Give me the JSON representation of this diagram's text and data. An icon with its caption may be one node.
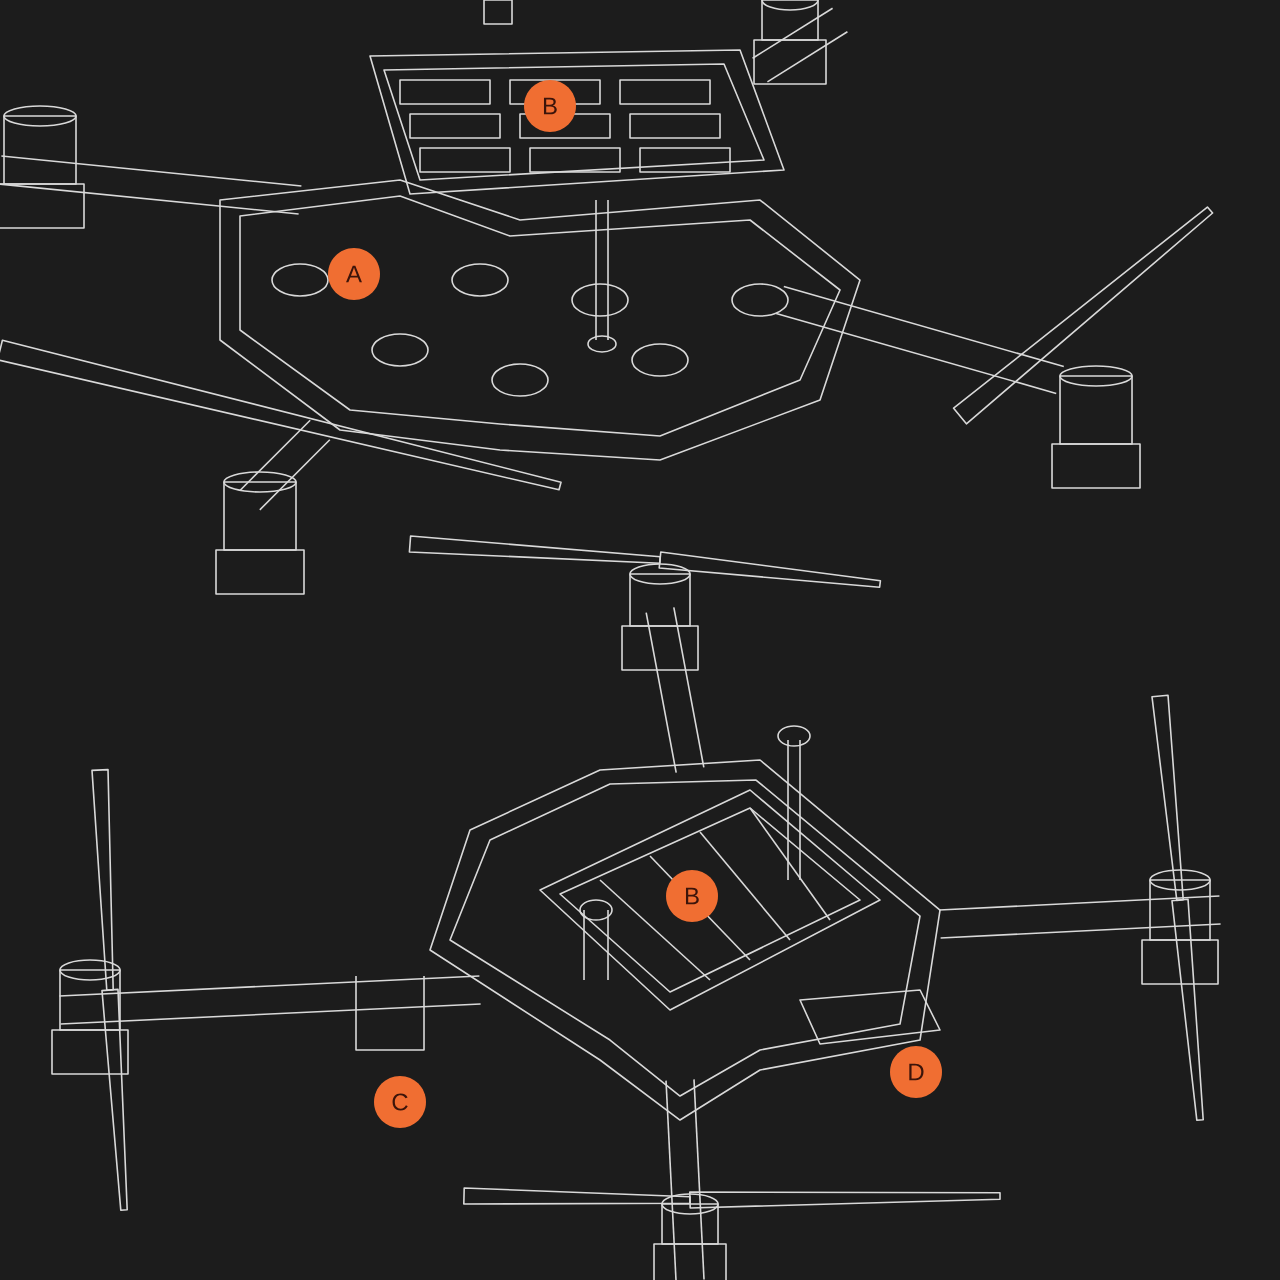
{
  "diagram": {
    "labels": [
      "B",
      "A",
      "B",
      "C",
      "D"
    ]
  }
}
